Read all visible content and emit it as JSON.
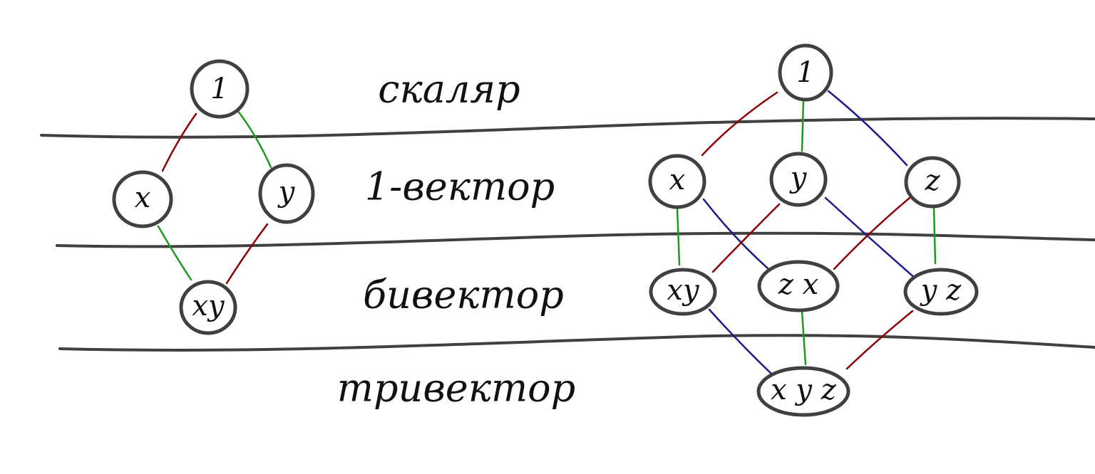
{
  "grades": {
    "scalar": "скаляр",
    "vector": "1-вектор",
    "bivector": "бивектор",
    "trivector": "тривектор"
  },
  "left_diagram": {
    "nodes": {
      "one": "1",
      "x": "x",
      "y": "y",
      "xy": "xy"
    }
  },
  "right_diagram": {
    "nodes": {
      "one": "1",
      "x": "x",
      "y": "y",
      "z": "z",
      "xy": "xy",
      "zx": "z x",
      "yz": "y z",
      "xyz": "x y z"
    }
  },
  "colors": {
    "x_edge": "#8b0000",
    "y_edge": "#1f9a1f",
    "z_edge": "#1a1a8c",
    "outline": "#404040"
  }
}
